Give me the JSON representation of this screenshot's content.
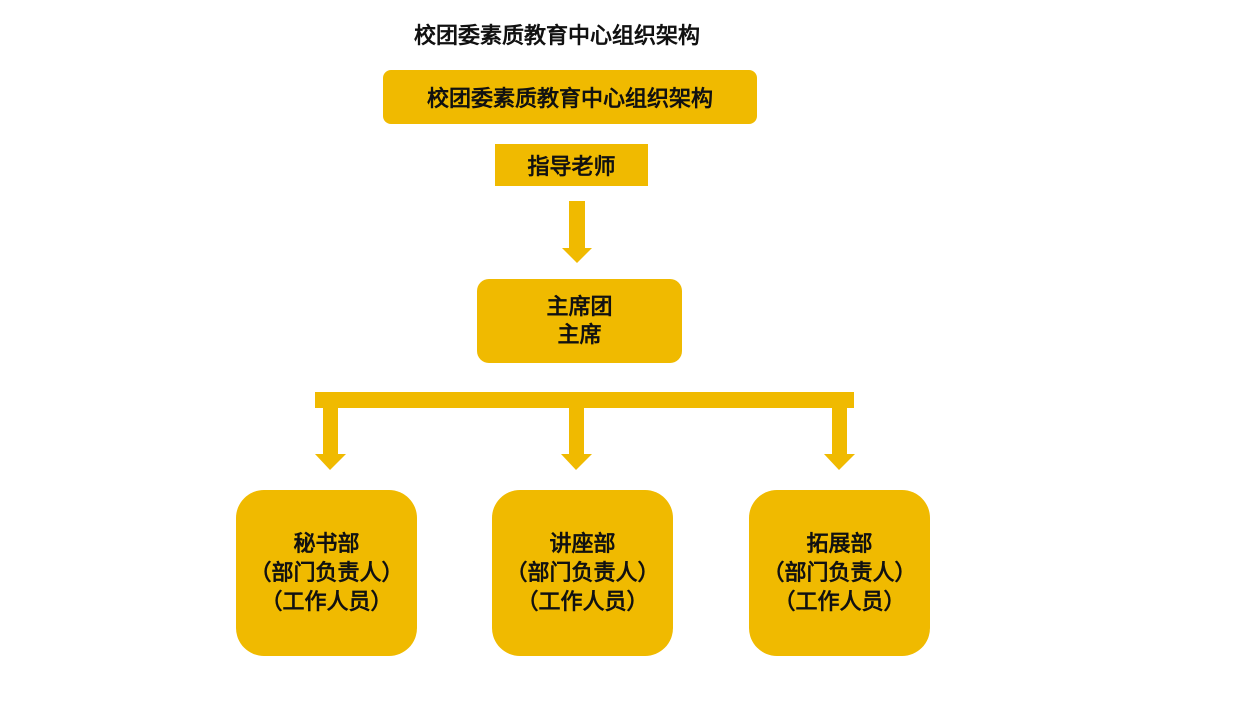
{
  "page": {
    "title": "校团委素质教育中心组织架构"
  },
  "colors": {
    "box_fill": "#F0BA00",
    "connector": "#F0BA00",
    "text": "#111111",
    "background": "#FFFFFF"
  },
  "diagram": {
    "root": {
      "label": "校团委素质教育中心组织架构"
    },
    "advisor": {
      "label": "指导老师"
    },
    "presidium": {
      "line1": "主席团",
      "line2": "主席"
    },
    "departments": [
      {
        "name": "秘书部",
        "line2": "（部门负责人）",
        "line3": "（工作人员）"
      },
      {
        "name": "讲座部",
        "line2": "（部门负责人）",
        "line3": "（工作人员）"
      },
      {
        "name": "拓展部",
        "line2": "（部门负责人）",
        "line3": "（工作人员）"
      }
    ]
  }
}
